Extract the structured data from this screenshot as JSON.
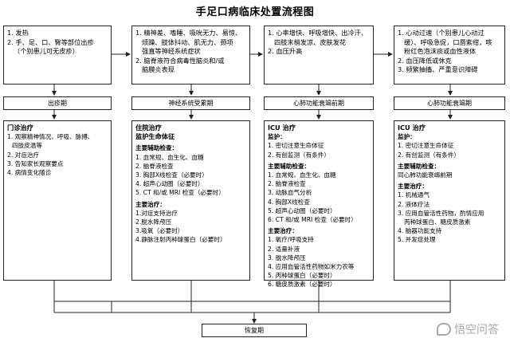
{
  "title": "手足口病临床处置流程图",
  "columns": [
    {
      "symptoms": [
        "1. 发热",
        "2. 手、足、口、臀等部位出疹",
        "（个别患儿可无皮疹）"
      ],
      "stage": "出疹期",
      "treatment": {
        "heading": "门诊治疗",
        "lines": [
          "1. 观察精神情况、呼吸、脉搏、",
          "四肢皮温等",
          "2. 对症治疗",
          "3. 告知家长观察要点",
          "4. 病情变化随诊"
        ]
      }
    },
    {
      "symptoms": [
        "1. 精神差、嗜睡、吸吮无力、易惊、",
        "烦躁、肢体抖动、肌无力、颈项",
        "强直等神经系统症状",
        "2. 脑脊液符合病毒性脑炎和/或",
        "脑膜炎表现"
      ],
      "stage": "神经系统受累期",
      "treatment": {
        "heading": "住院治疗",
        "subheading": "监护生命体征",
        "sections": [
          {
            "title": "主要辅助检查：",
            "items": [
              "1. 血常规、血生化、血糖",
              "2. 脑脊液检查",
              "3. 胸部X线检查（必要时）",
              "4. 超声心动图（必要时）",
              "5. CT 和/或 MRI 检查（必要时）"
            ]
          },
          {
            "title": "主要治疗：",
            "items": [
              "1.对症支持治疗",
              "2.脱水降颅压",
              "3.吸氧（必要时）",
              "4.静脉注射丙种球蛋白（必要时）"
            ]
          }
        ]
      }
    },
    {
      "symptoms": [
        "1. 心率增快、呼吸增快、出冷汗、",
        "四肢末梢发凉、皮肤发花",
        "2. 血压升高"
      ],
      "stage": "心肺功能衰竭前期",
      "treatment": {
        "heading": "ICU 治疗",
        "sections": [
          {
            "title": "监护：",
            "items": [
              "1. 密切注意生命体征",
              "2. 有创监测（有条件）"
            ]
          },
          {
            "title": "主要辅助检查：",
            "items": [
              "1. 血常规、血生化、血糖",
              "2. 脑脊液检查",
              "3. 动脉血气分析",
              "4. 胸部X线检查",
              "5. 超声心动图（必要时）",
              "6. CT 和/或 MRI 检查（必要时）"
            ]
          },
          {
            "title": "主要治疗：",
            "items": [
              "1. 氧疗/呼吸支持",
              "2. 适量补液",
              "3. 脱水降颅压",
              "4. 应用血管活性药物如米力农等",
              "5. 丙种球蛋白（必要时）",
              "6. 糖皮质激素（必要时）"
            ]
          }
        ]
      }
    },
    {
      "symptoms": [
        "1. 心动过速（个别患儿心动过",
        "缓）、呼吸急促，口唇紫绀，咳",
        "粉红色泡沫痰或血性液体",
        "2. 血压降低或休克",
        "3. 频繁抽搐、严重意识障碍"
      ],
      "stage": "心肺功能衰竭期",
      "treatment": {
        "heading": "ICU 治疗",
        "sections": [
          {
            "title": "监护：",
            "items": [
              "1. 密切注意生命体征",
              "2. 有创监测（有条件）"
            ]
          },
          {
            "title": "主要辅助检查：",
            "items": [
              "同心肺功能衰竭前期"
            ]
          },
          {
            "title": "主要治疗：",
            "items": [
              "1. 机械通气",
              "2. 液体疗法",
              "3. 应用血管活性药物，酌情应用",
              "丙种球蛋白、糖皮质激素",
              "4. 脑器功能支持",
              "5. 并发症处理"
            ]
          }
        ]
      }
    }
  ],
  "recovery": "恢复期",
  "watermark": "悟空问答"
}
